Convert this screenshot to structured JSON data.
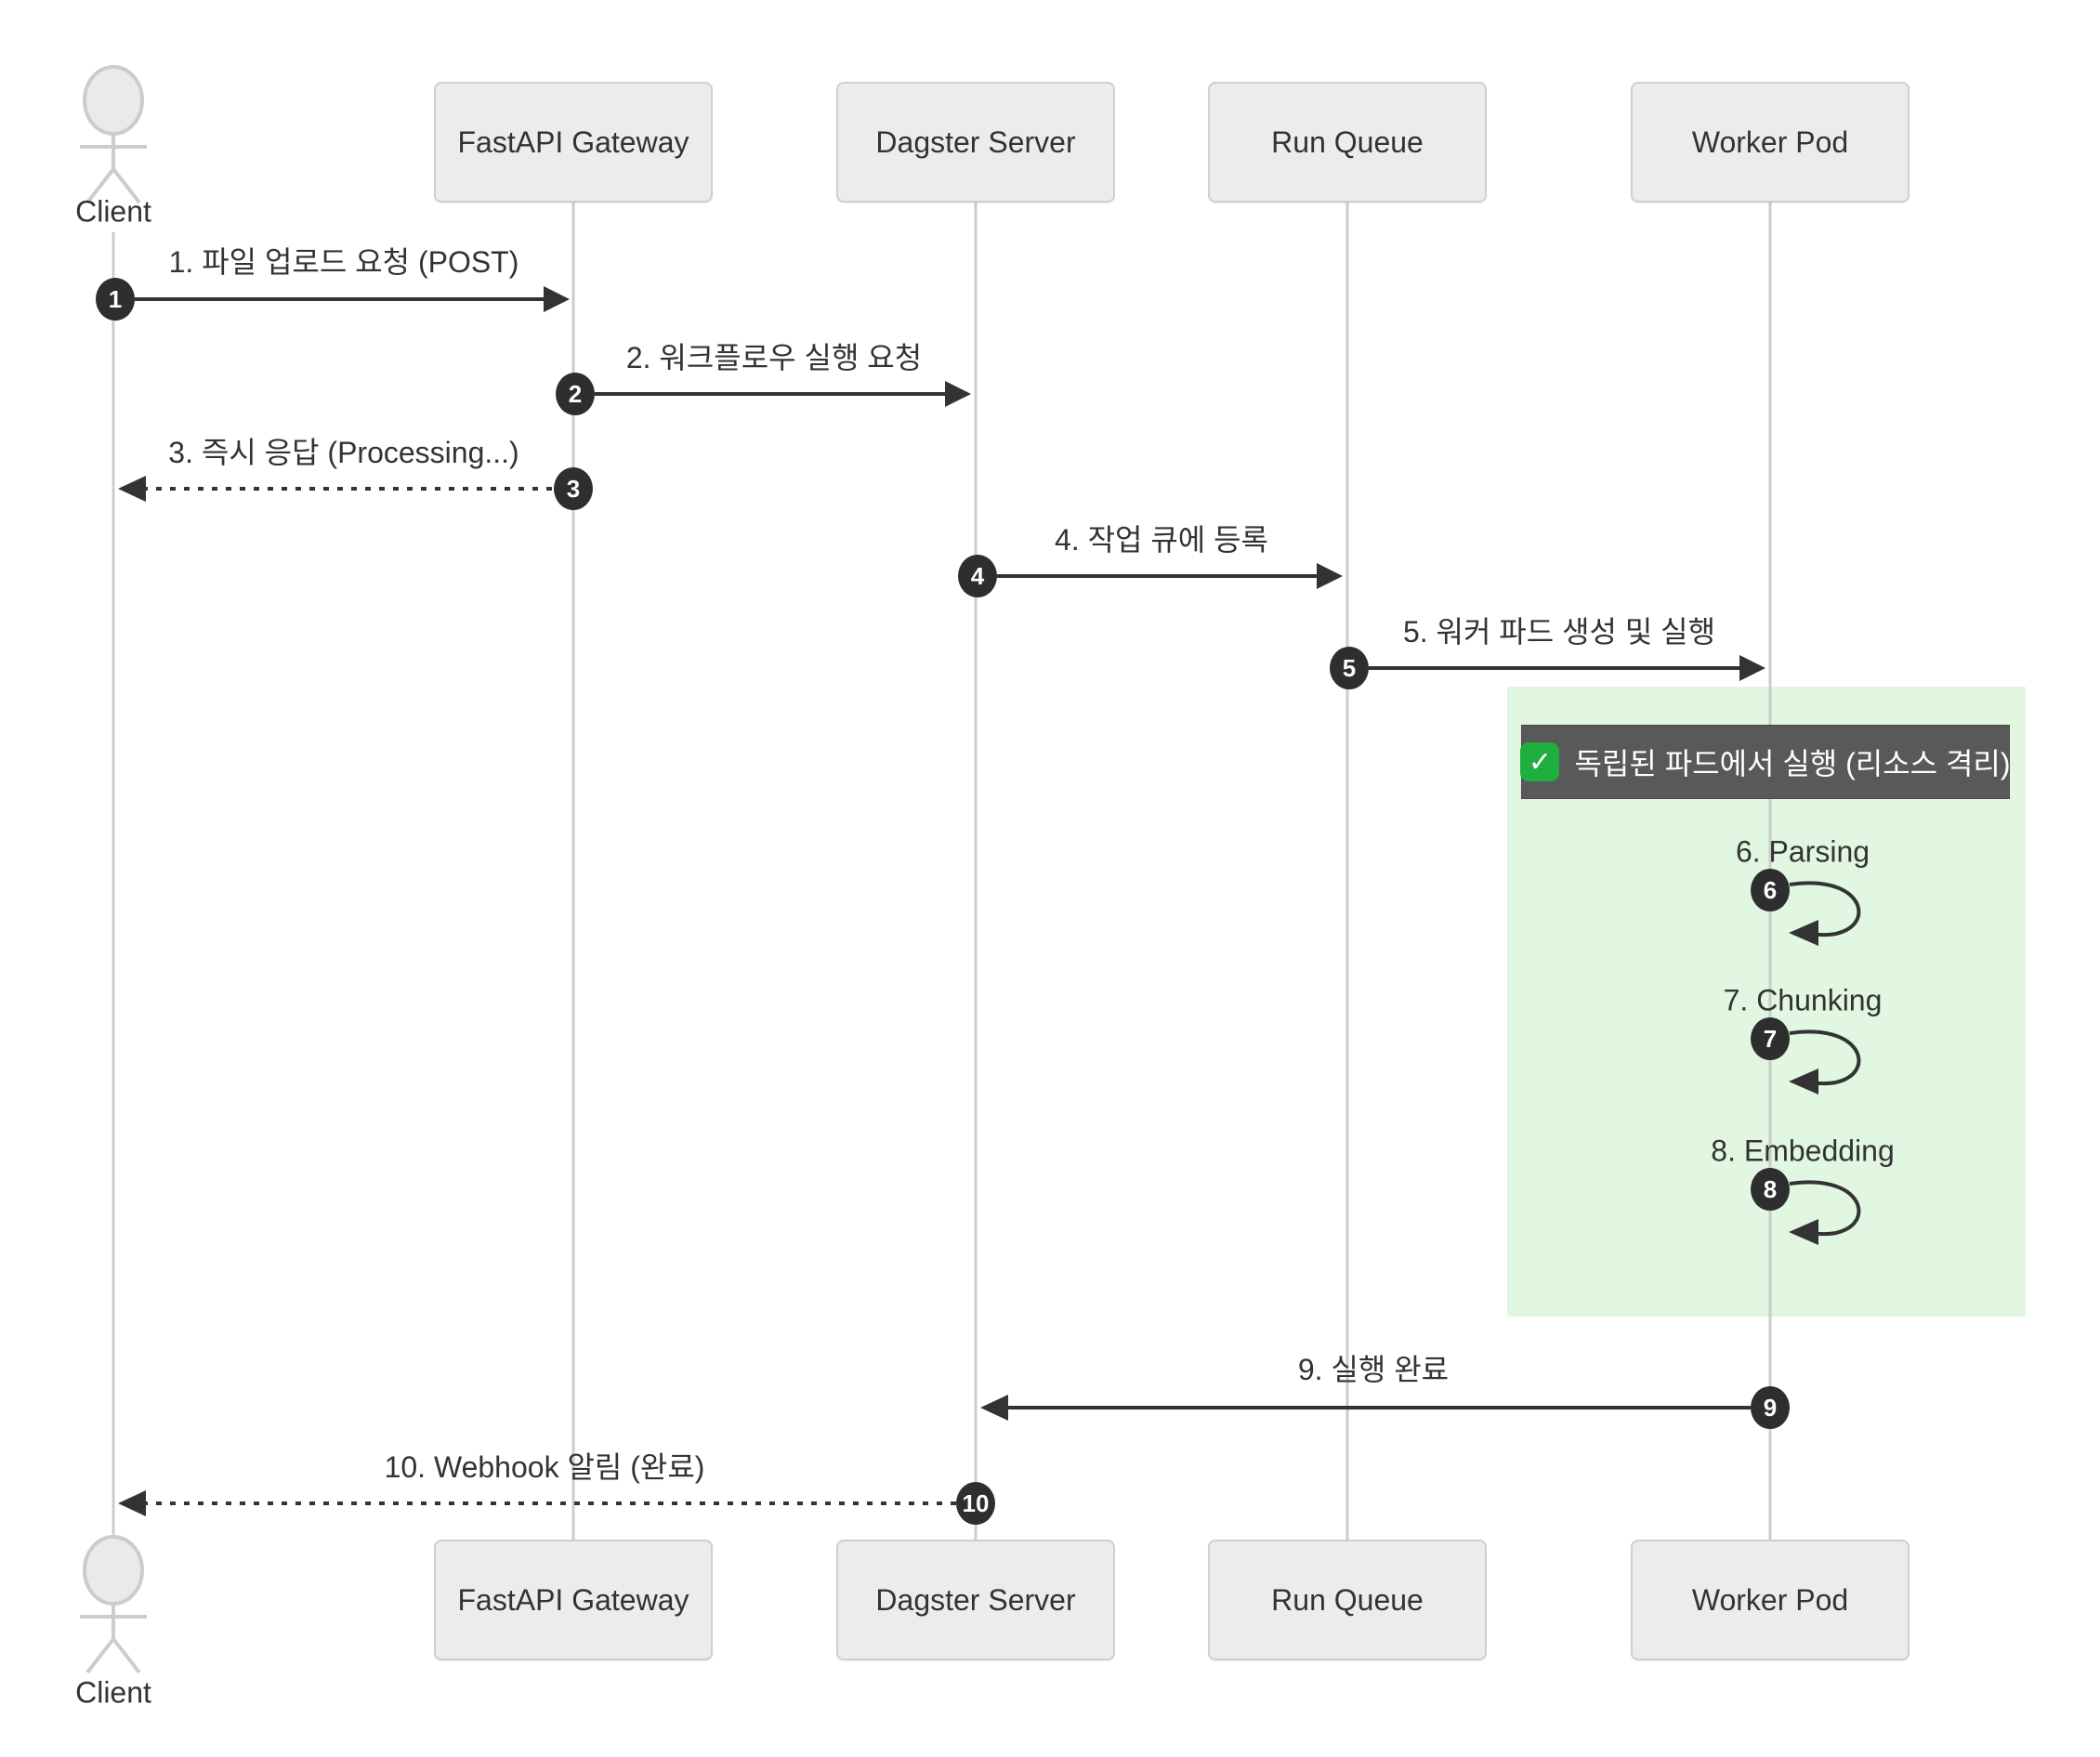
{
  "diagram": {
    "type": "sequence-diagram",
    "participants": [
      {
        "id": "client",
        "label": "Client",
        "kind": "actor"
      },
      {
        "id": "fastapi-gateway",
        "label": "FastAPI Gateway",
        "kind": "participant"
      },
      {
        "id": "dagster-server",
        "label": "Dagster Server",
        "kind": "participant"
      },
      {
        "id": "run-queue",
        "label": "Run Queue",
        "kind": "participant"
      },
      {
        "id": "worker-pod",
        "label": "Worker Pod",
        "kind": "participant"
      }
    ],
    "messages": [
      {
        "seq": "1",
        "label": "1. 파일 업로드 요청 (POST)",
        "from": "Client",
        "to": "FastAPI Gateway",
        "line": "solid"
      },
      {
        "seq": "2",
        "label": "2. 워크플로우 실행 요청",
        "from": "FastAPI Gateway",
        "to": "Dagster Server",
        "line": "solid"
      },
      {
        "seq": "3",
        "label": "3. 즉시 응답 (Processing...)",
        "from": "FastAPI Gateway",
        "to": "Client",
        "line": "dashed"
      },
      {
        "seq": "4",
        "label": "4. 작업 큐에 등록",
        "from": "Dagster Server",
        "to": "Run Queue",
        "line": "solid"
      },
      {
        "seq": "5",
        "label": "5. 워커 파드 생성 및 실행",
        "from": "Run Queue",
        "to": "Worker Pod",
        "line": "solid"
      },
      {
        "seq": "6",
        "label": "6. Parsing",
        "from": "Worker Pod",
        "to": "Worker Pod",
        "line": "self"
      },
      {
        "seq": "7",
        "label": "7. Chunking",
        "from": "Worker Pod",
        "to": "Worker Pod",
        "line": "self"
      },
      {
        "seq": "8",
        "label": "8. Embedding",
        "from": "Worker Pod",
        "to": "Worker Pod",
        "line": "self"
      },
      {
        "seq": "9",
        "label": "9. 실행 완료",
        "from": "Worker Pod",
        "to": "Dagster Server",
        "line": "solid"
      },
      {
        "seq": "10",
        "label": "10. Webhook 알림 (완료)",
        "from": "Dagster Server",
        "to": "Client",
        "line": "dashed"
      }
    ],
    "note": {
      "icon": "✓",
      "text": "독립된 파드에서 실행 (리소스 격리)",
      "over": "Worker Pod"
    },
    "colors": {
      "highlight_bg": "#e1f7e1",
      "note_bg": "#595959",
      "note_text": "#ffffff",
      "check_green": "#1faf3f",
      "arrow": "#333333",
      "participant_fill": "#ececec",
      "participant_border": "#cfcfcf",
      "lifeline": "#cccccc",
      "seq_number_bg": "#2e2e2e",
      "text": "#333333"
    }
  }
}
